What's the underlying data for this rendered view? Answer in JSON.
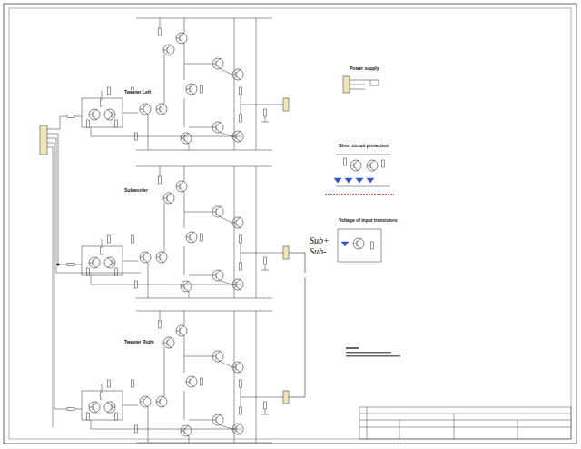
{
  "diagram": {
    "labels": [
      "Tweeter Left",
      "Subwoofer",
      "Tweeter Right",
      "Sub+",
      "Sub-",
      "Power supply",
      "Short circuit protection",
      "Voltage of input transistors"
    ]
  }
}
